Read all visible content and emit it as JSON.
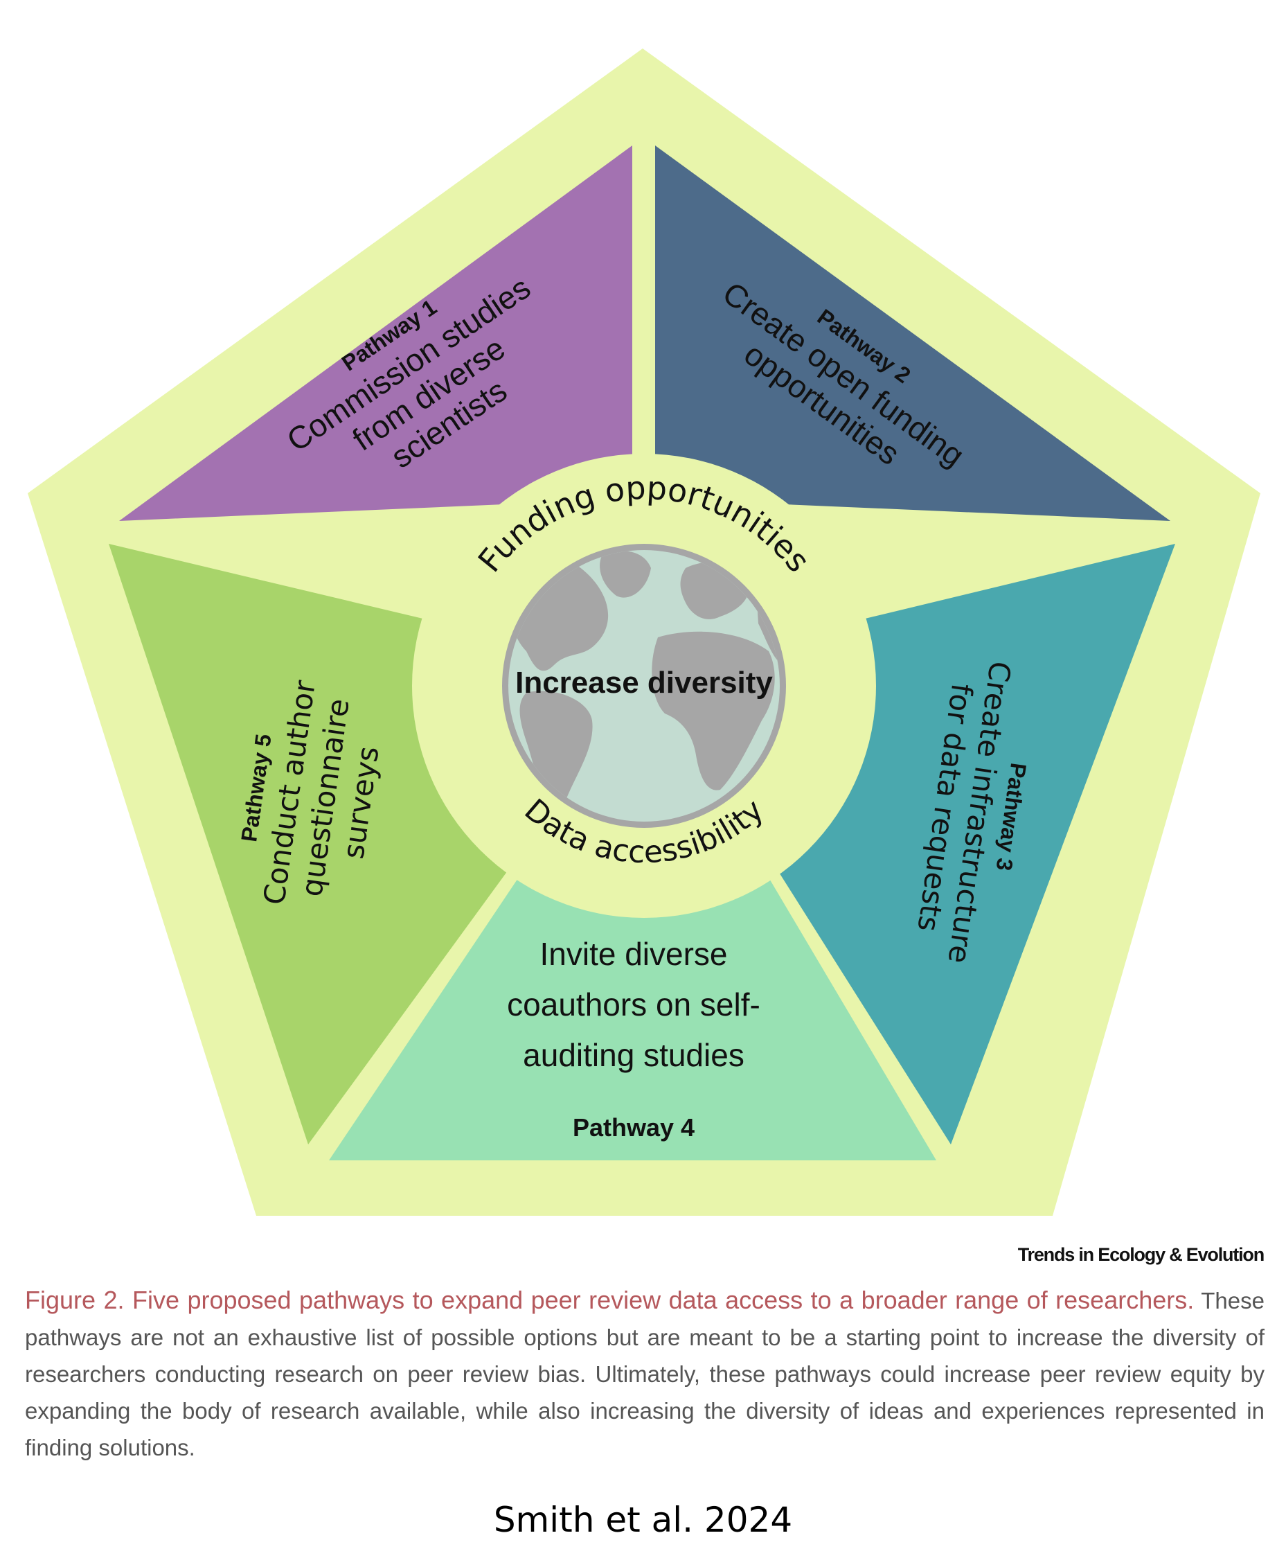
{
  "diagram": {
    "center": {
      "title": "Increase diversity",
      "ring_top": "Funding opportunities",
      "ring_bottom": "Data accessibility",
      "icon": "globe-icon"
    },
    "pathways": [
      {
        "id": 1,
        "title": "Pathway 1",
        "lines": [
          "Commission studies",
          "from diverse",
          "scientists"
        ],
        "color": "#a372b1"
      },
      {
        "id": 2,
        "title": "Pathway 2",
        "lines": [
          "Create open funding",
          "opportunities"
        ],
        "color": "#4d6b8a"
      },
      {
        "id": 3,
        "title": "Pathway 3",
        "lines": [
          "Create infrastructure",
          "for data requests"
        ],
        "color": "#4aa8ae"
      },
      {
        "id": 4,
        "title": "Pathway 4",
        "lines": [
          "Invite diverse",
          "coauthors on self-",
          "auditing studies"
        ],
        "color": "#98e1b3"
      },
      {
        "id": 5,
        "title": "Pathway 5",
        "lines": [
          "Conduct author",
          "questionnaire",
          "surveys"
        ],
        "color": "#a8d46a"
      }
    ],
    "colors": {
      "background_pentagon": "#e8f5ab",
      "globe_land": "#a6a6a6",
      "globe_ocean": "#c3dcd1",
      "caption_title": "#b5585c"
    }
  },
  "journal": "Trends in Ecology & Evolution",
  "caption": {
    "title": "Figure 2. Five proposed pathways to expand peer review data access to a broader range of researchers.",
    "body": " These pathways are not an exhaustive list of possible options but are meant to be a starting point to increase the diversity of researchers conducting research on peer review bias. Ultimately, these pathways could increase peer review equity by expanding the body of research available, while also increasing the diversity of ideas and experiences represented in finding solutions."
  },
  "citation": "Smith et al. 2024"
}
